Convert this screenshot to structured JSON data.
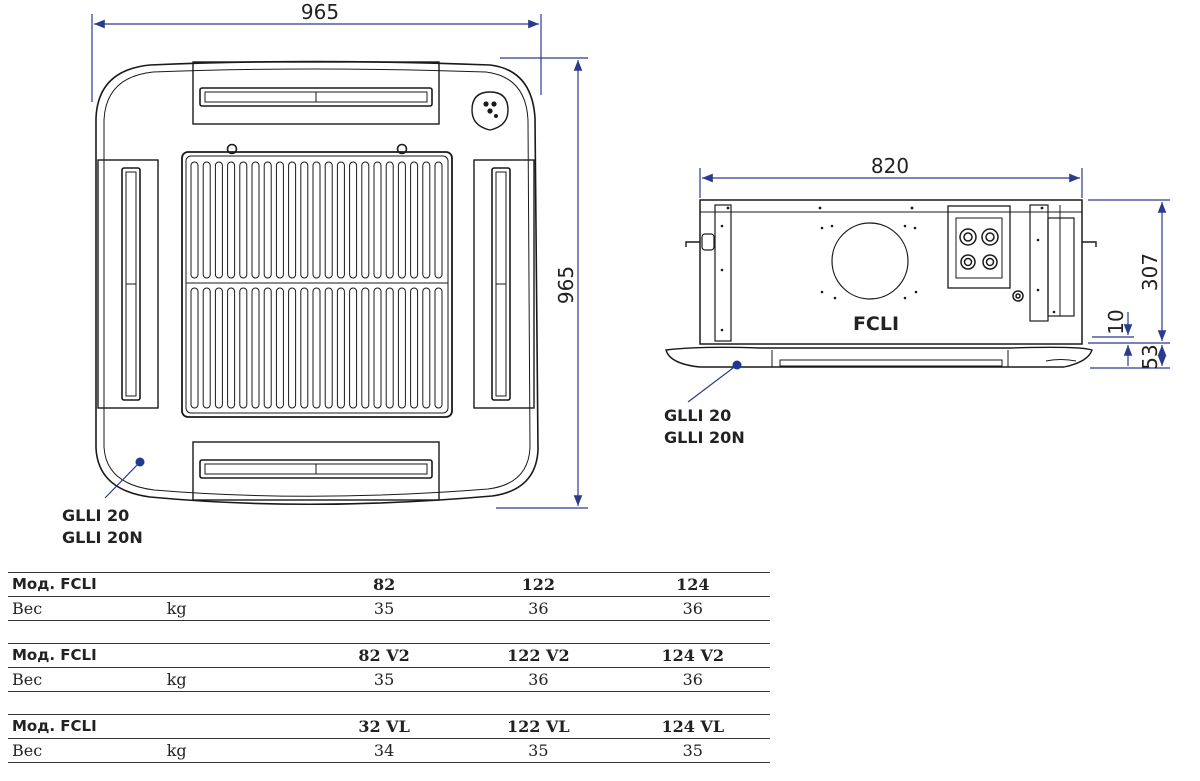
{
  "top_view": {
    "width_dim": "965",
    "height_dim": "965",
    "panel_label_1": "GLLI 20",
    "panel_label_2": "GLLI 20N"
  },
  "side_view": {
    "width_dim": "820",
    "height_dim": "307",
    "offset_dim": "10",
    "panel_height_dim": "53",
    "model_label": "FCLI",
    "panel_label_1": "GLLI 20",
    "panel_label_2": "GLLI 20N"
  },
  "colors": {
    "line": "#1a1a1a",
    "dimension": "#2a3a8c",
    "marker": "#1f3a93"
  },
  "tables": [
    {
      "header": [
        "Мод. FCLI",
        "",
        "82",
        "122",
        "124"
      ],
      "row": [
        "Вес",
        "kg",
        "35",
        "36",
        "36"
      ]
    },
    {
      "header": [
        "Мод. FCLI",
        "",
        "82 V2",
        "122 V2",
        "124 V2"
      ],
      "row": [
        "Вес",
        "kg",
        "35",
        "36",
        "36"
      ]
    },
    {
      "header": [
        "Мод. FCLI",
        "",
        "32 VL",
        "122 VL",
        "124 VL"
      ],
      "row": [
        "Вес",
        "kg",
        "34",
        "35",
        "35"
      ]
    }
  ]
}
